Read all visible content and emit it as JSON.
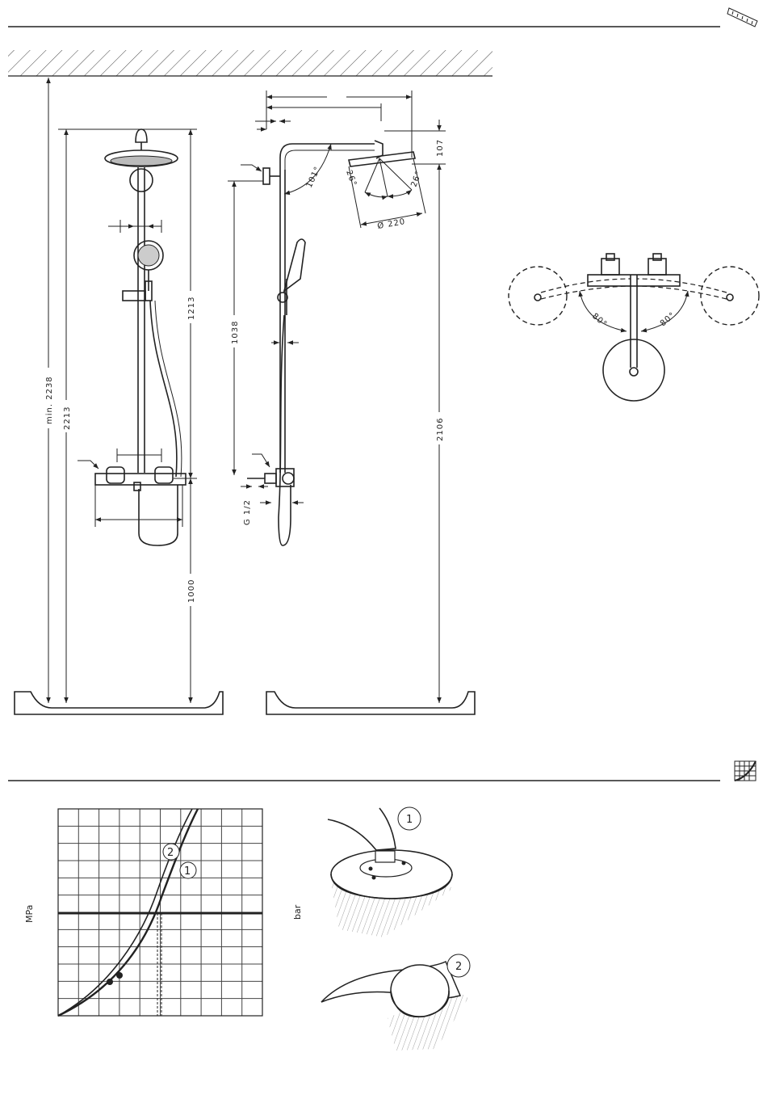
{
  "front_view": {
    "dims": [
      "min. 2238",
      "2213",
      "1213",
      "1000"
    ]
  },
  "side_view": {
    "dims": [
      "1038",
      "2106",
      "107",
      "G 1/2"
    ],
    "angles": [
      "101°",
      "26°",
      "26°"
    ],
    "diameter": "Ø 220"
  },
  "top_view": {
    "angles": [
      "80°",
      "80°"
    ]
  },
  "flow_chart": {
    "y_label_left": "MPa",
    "y_label_right": "bar",
    "markers": [
      "2",
      "1"
    ]
  },
  "callouts": [
    "1",
    "2"
  ],
  "chart_data": {
    "type": "line",
    "title": "",
    "xlabel": "",
    "ylabel": "MPa",
    "series": [
      {
        "name": "1",
        "values": []
      },
      {
        "name": "2",
        "values": []
      }
    ]
  },
  "colors": {
    "ink": "#222222",
    "background": "#ffffff"
  },
  "icons": [
    "ruler-icon",
    "flow-chart-icon"
  ]
}
